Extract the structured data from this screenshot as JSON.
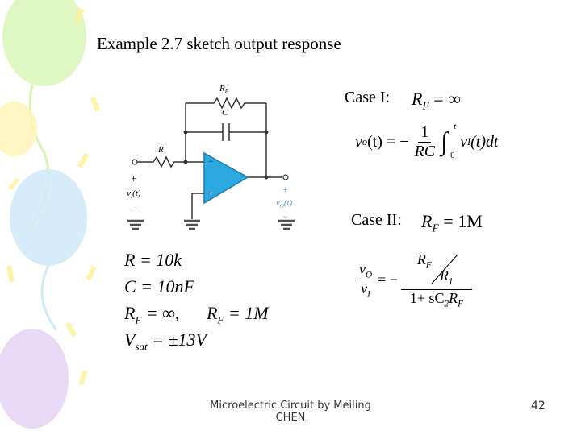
{
  "title": "Example 2.7 sketch output response",
  "case1": {
    "label": "Case I:",
    "rf_lhs": "R",
    "rf_sub": "F",
    "rf_eq": "= ∞",
    "eq_lhs": "v",
    "eq_lhs_sub": "o",
    "eq_lhs_rest": "(t) = −",
    "frac_num": "1",
    "frac_den": "RC",
    "int_upper": "t",
    "int_lower": "0",
    "integrand": "v",
    "integrand_sub": "I",
    "integrand_rest": "(t)dt"
  },
  "case2": {
    "label": "Case II:",
    "rf_lhs": "R",
    "rf_sub": "F",
    "rf_eq": "= 1M",
    "tf_num": "v",
    "tf_num_sub": "O",
    "tf_den": "v",
    "tf_den_sub": "I",
    "tf_eq": "= −",
    "inner_num": "R",
    "inner_num_sub": "F",
    "inner_den": "R",
    "inner_den_sub": "1",
    "outer_den": "1+ sC",
    "outer_den_sub": "2",
    "outer_den_rest": "R",
    "outer_den_sub2": "F"
  },
  "params": [
    {
      "text": "R = 10k"
    },
    {
      "text": "C = 10nF"
    },
    {
      "text": "R",
      "sub": "F",
      "rest": " = ∞,",
      "text2": "R",
      "sub2": "F",
      "rest2": " = 1M"
    },
    {
      "text": "V",
      "sub": "sat",
      "rest": " = ±13V"
    }
  ],
  "circuit": {
    "rf_label": "R",
    "rf_label_sub": "F",
    "c_label": "C",
    "r_label": "R",
    "plus": "+",
    "minus": "−",
    "vi_label": "v",
    "vi_sub": "I",
    "vi_rest": "(t)",
    "vo_label": "v",
    "vo_sub": "O",
    "vo_rest": "(t)",
    "opamp_minus": "−",
    "opamp_plus": "+"
  },
  "footer": {
    "line1": "Microelectric Circuit by Meiling",
    "line2": "CHEN",
    "page": "42"
  },
  "colors": {
    "balloon_green": "#c8f0a0",
    "balloon_yellow": "#fff2a8",
    "balloon_blue": "#bfe4f7",
    "balloon_purple": "#ddc8f2",
    "opamp_fill": "#2aa8df",
    "ground_color": "#505050",
    "vo_color": "#4fa4e0"
  }
}
